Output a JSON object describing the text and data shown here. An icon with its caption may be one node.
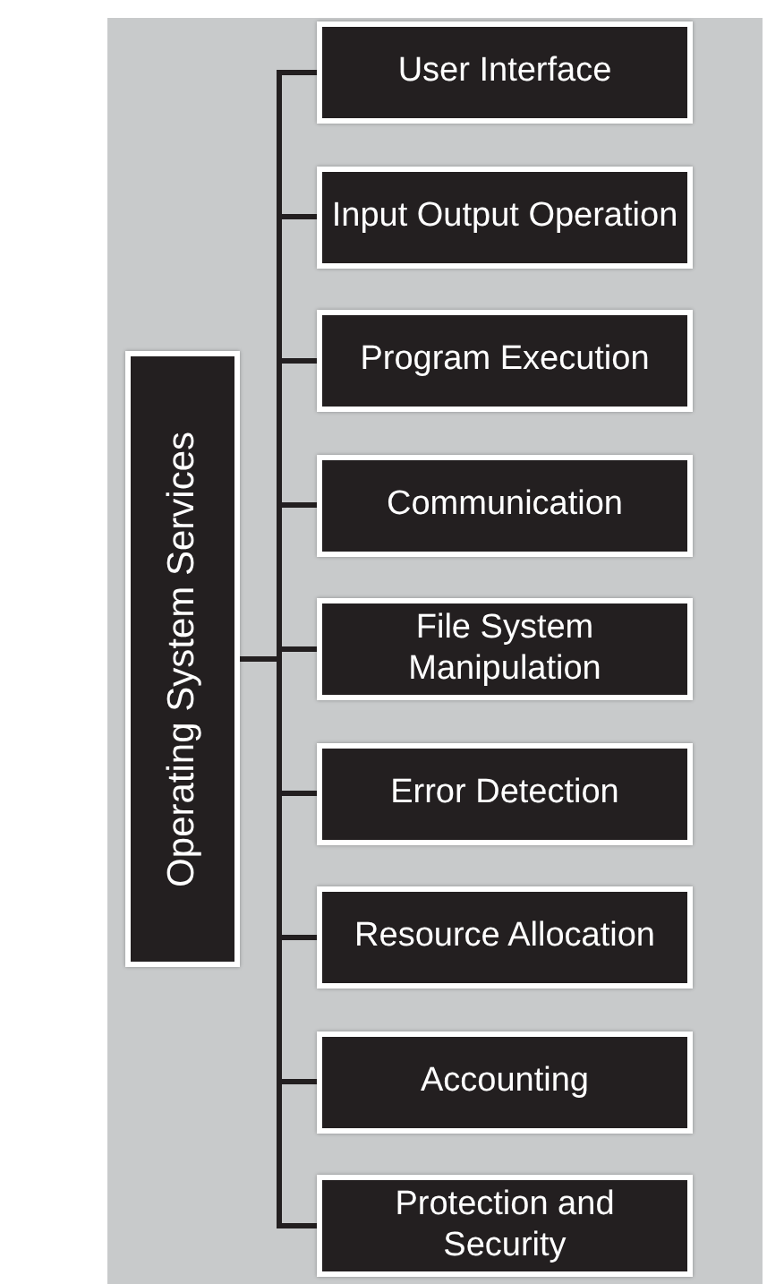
{
  "diagram": {
    "nodes": [
      {
        "text": [
          "Operating System Services"
        ]
      },
      {
        "text": [
          "User Interface"
        ]
      },
      {
        "text": [
          "Input Output Operation"
        ]
      },
      {
        "text": [
          "Program Execution"
        ]
      },
      {
        "text": [
          "Communication"
        ]
      },
      {
        "text": [
          "File System Manipulation"
        ]
      },
      {
        "text": [
          "Error Detection"
        ]
      },
      {
        "text": [
          "Resource Allocation"
        ]
      },
      {
        "text": [
          "Accounting"
        ]
      },
      {
        "text": [
          "Protection and Security"
        ]
      }
    ],
    "edges": [
      {
        "from": 0,
        "to": 1,
        "arrow": "none"
      },
      {
        "from": 0,
        "to": 2,
        "arrow": "none"
      },
      {
        "from": 0,
        "to": 3,
        "arrow": "none"
      },
      {
        "from": 0,
        "to": 4,
        "arrow": "none"
      },
      {
        "from": 0,
        "to": 5,
        "arrow": "none"
      },
      {
        "from": 0,
        "to": 6,
        "arrow": "none"
      },
      {
        "from": 0,
        "to": 7,
        "arrow": "none"
      },
      {
        "from": 0,
        "to": 8,
        "arrow": "none"
      },
      {
        "from": 0,
        "to": 9,
        "arrow": "none"
      }
    ]
  }
}
